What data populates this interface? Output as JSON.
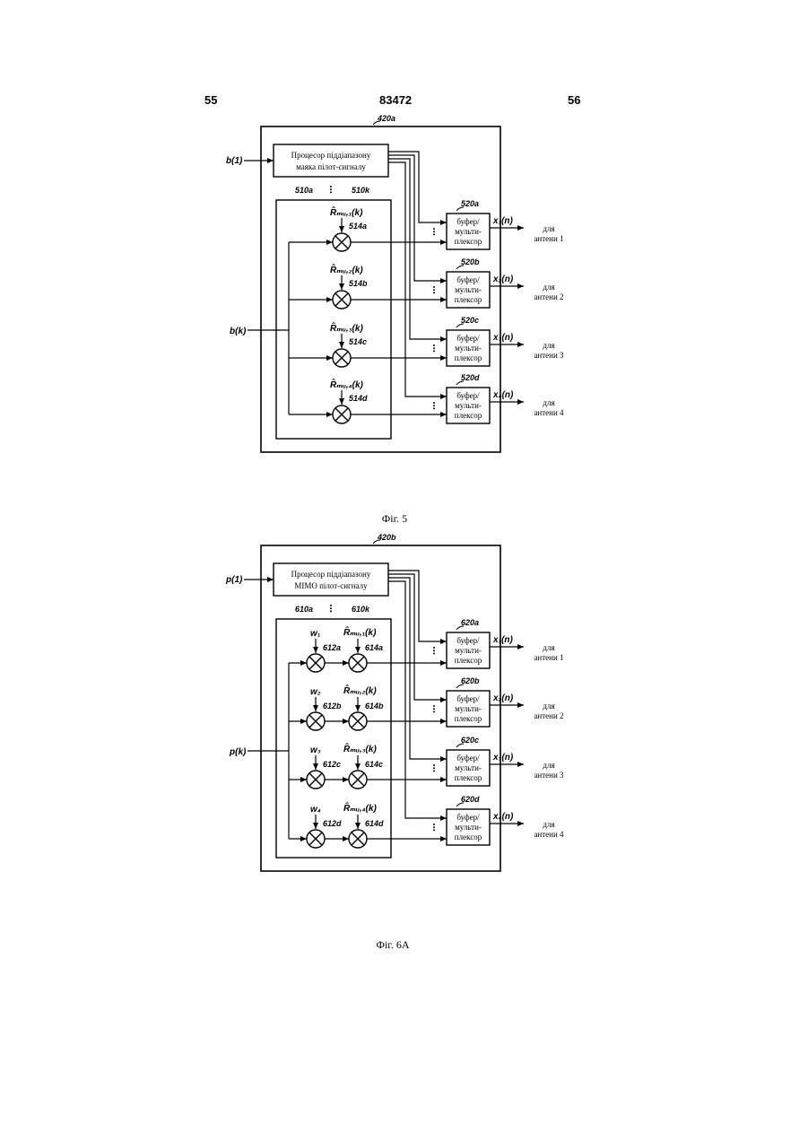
{
  "header": {
    "page_left": "55",
    "doc_number": "83472",
    "page_right": "56"
  },
  "fig5": {
    "caption": "Фіг. 5",
    "outer_ref": "420a",
    "proc_line1": "Процесор піддіапазону",
    "proc_line2": "маяка пілот-сигналу",
    "input_top": "b(1)",
    "input_main": "b(k)",
    "group_ref_left": "510a",
    "group_ref_right": "510k",
    "weights": [
      {
        "label": "R̂ₘᵤ,₁(k)",
        "mult_ref": "514a"
      },
      {
        "label": "R̂ₘᵤ,₂(k)",
        "mult_ref": "514b"
      },
      {
        "label": "R̂ₘᵤ,₃(k)",
        "mult_ref": "514c"
      },
      {
        "label": "R̂ₘᵤ,₄(k)",
        "mult_ref": "514d"
      }
    ],
    "buffers": [
      {
        "ref": "520a",
        "line1": "буфер/",
        "line2": "мульти-",
        "line3": "плексор",
        "output": "x₁(n)",
        "ant1": "для",
        "ant2": "антени 1"
      },
      {
        "ref": "520b",
        "line1": "буфер/",
        "line2": "мульти-",
        "line3": "плексор",
        "output": "x₂(n)",
        "ant1": "для",
        "ant2": "антени 2"
      },
      {
        "ref": "520c",
        "line1": "буфер/",
        "line2": "мульти-",
        "line3": "плексор",
        "output": "x₃(n)",
        "ant1": "для",
        "ant2": "антени 3"
      },
      {
        "ref": "520d",
        "line1": "буфер/",
        "line2": "мульти-",
        "line3": "плексор",
        "output": "x₄(n)",
        "ant1": "для",
        "ant2": "антени 4"
      }
    ]
  },
  "fig6a": {
    "caption": "Фіг. 6А",
    "outer_ref": "420b",
    "proc_line1": "Процесор піддіапазону",
    "proc_line2": "MIMO пілот-сигналу",
    "input_top": "p(1)",
    "input_main": "p(k)",
    "group_ref_left": "610a",
    "group_ref_right": "610k",
    "rows": [
      {
        "w": "w₁",
        "w_ref": "612a",
        "r": "R̂ₘᵤ,₁(k)",
        "r_ref": "614a"
      },
      {
        "w": "w₂",
        "w_ref": "612b",
        "r": "R̂ₘᵤ,₂(k)",
        "r_ref": "614b"
      },
      {
        "w": "w₃",
        "w_ref": "612c",
        "r": "R̂ₘᵤ,₃(k)",
        "r_ref": "614c"
      },
      {
        "w": "w₄",
        "w_ref": "612d",
        "r": "R̂ₘᵤ,₄(k)",
        "r_ref": "614d"
      }
    ],
    "buffers": [
      {
        "ref": "620a",
        "line1": "буфер/",
        "line2": "мульти-",
        "line3": "плексор",
        "output": "x₁(n)",
        "ant1": "для",
        "ant2": "антени 1"
      },
      {
        "ref": "620b",
        "line1": "буфер/",
        "line2": "мульти-",
        "line3": "плексор",
        "output": "x₂(n)",
        "ant1": "для",
        "ant2": "антени 2"
      },
      {
        "ref": "620c",
        "line1": "буфер/",
        "line2": "мульти-",
        "line3": "плексор",
        "output": "x₃(n)",
        "ant1": "для",
        "ant2": "антени 3"
      },
      {
        "ref": "620d",
        "line1": "буфер/",
        "line2": "мульти-",
        "line3": "плексор",
        "output": "x₄(n)",
        "ant1": "для",
        "ant2": "антени 4"
      }
    ]
  }
}
